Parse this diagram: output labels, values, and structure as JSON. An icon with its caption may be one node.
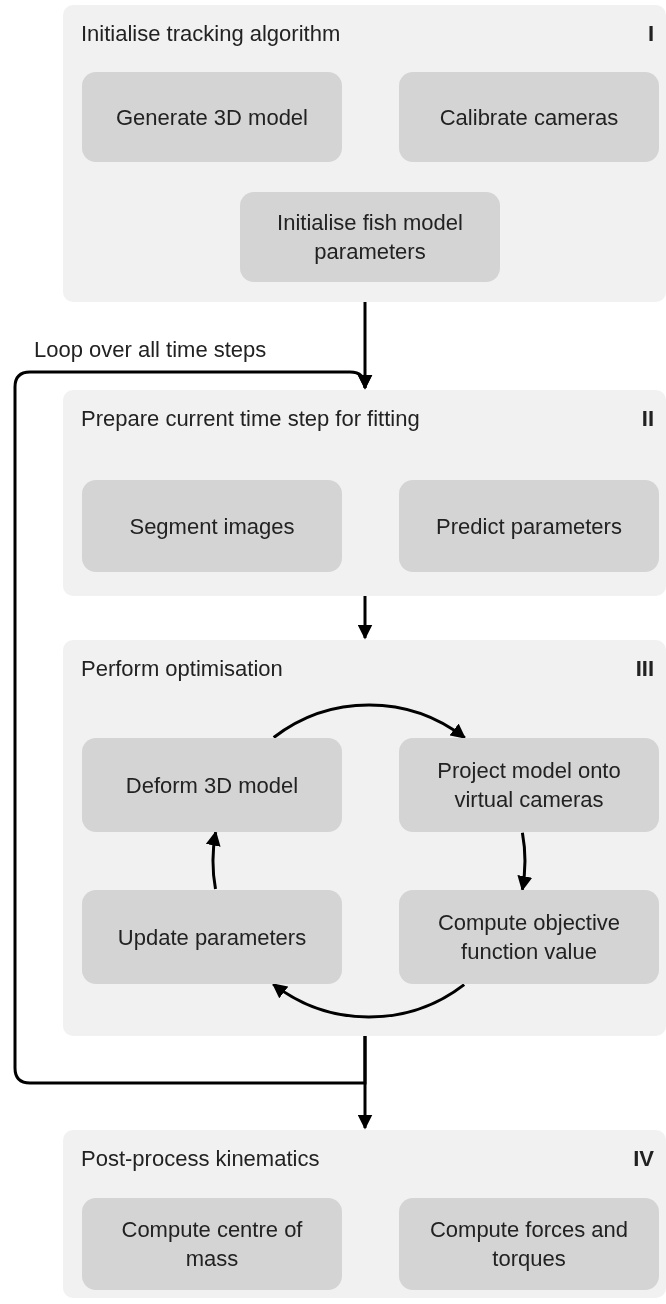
{
  "diagram": {
    "nodes": [
      {
        "text": [
          "Initialise tracking algorithm",
          "I"
        ]
      },
      {
        "text": [
          "Generate 3D model"
        ],
        "in": 0
      },
      {
        "text": [
          "Calibrate cameras"
        ],
        "in": 0
      },
      {
        "text": [
          "Initialise fish model parameters"
        ],
        "in": 0
      },
      {
        "text": [
          "Prepare current time step for fitting",
          "II"
        ]
      },
      {
        "text": [
          "Segment images"
        ],
        "in": 4
      },
      {
        "text": [
          "Predict parameters"
        ],
        "in": 4
      },
      {
        "text": [
          "Perform optimisation",
          "III"
        ]
      },
      {
        "text": [
          "Deform 3D model"
        ],
        "in": 7
      },
      {
        "text": [
          "Project model onto virtual cameras"
        ],
        "in": 7
      },
      {
        "text": [
          "Update parameters"
        ],
        "in": 7
      },
      {
        "text": [
          "Compute objective function value"
        ],
        "in": 7
      },
      {
        "text": [
          "Post-process kinematics",
          "IV"
        ]
      },
      {
        "text": [
          "Compute centre of mass"
        ],
        "in": 12
      },
      {
        "text": [
          "Compute forces and torques"
        ],
        "in": 12
      }
    ],
    "edges": [
      {
        "from": 0,
        "to": 4,
        "arrow": "to"
      },
      {
        "from": 4,
        "to": 7,
        "arrow": "to"
      },
      {
        "from": 7,
        "to": 12,
        "arrow": "to"
      },
      {
        "from": 7,
        "to": 4,
        "arrow": "to",
        "label": "Loop over all time steps"
      },
      {
        "from": 8,
        "to": 9,
        "arrow": "to"
      },
      {
        "from": 9,
        "to": 11,
        "arrow": "to"
      },
      {
        "from": 11,
        "to": 10,
        "arrow": "to"
      },
      {
        "from": 10,
        "to": 8,
        "arrow": "to"
      }
    ]
  }
}
